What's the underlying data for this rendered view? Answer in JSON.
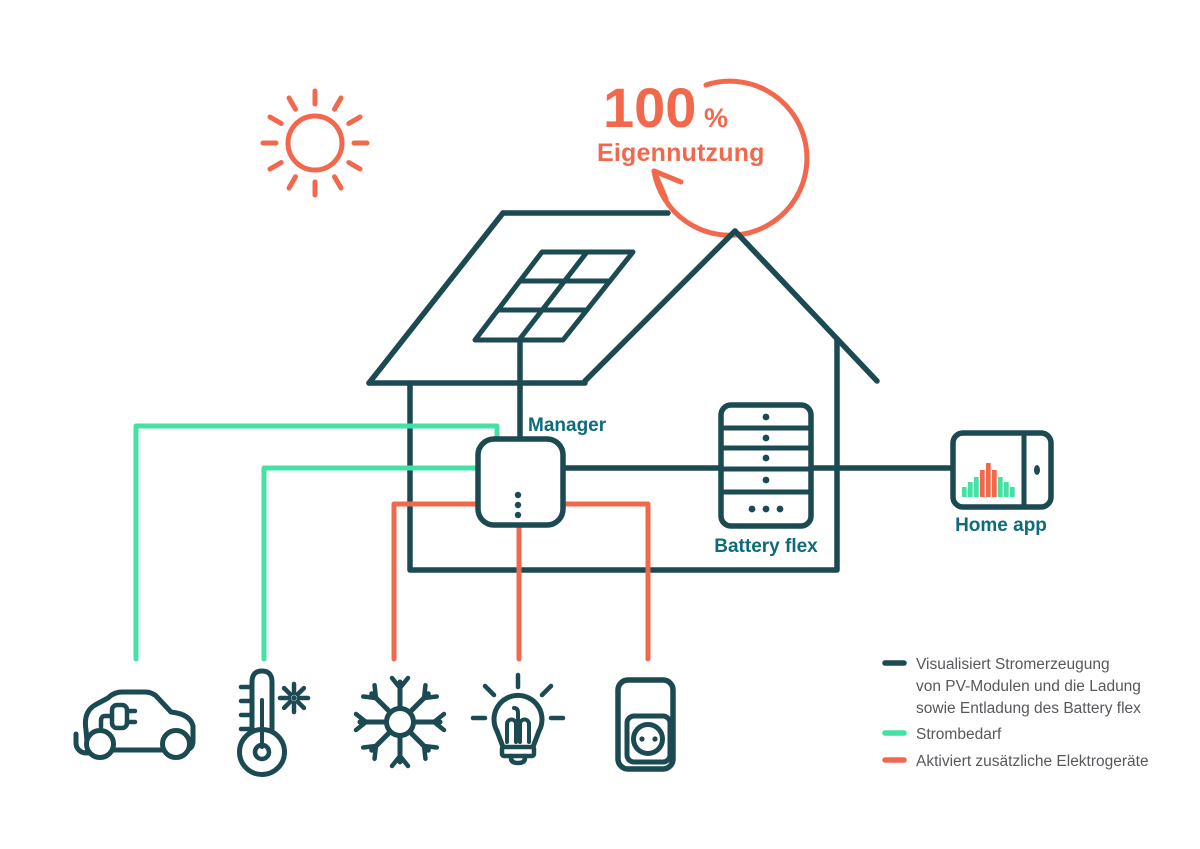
{
  "headline": {
    "value": "100",
    "percent": "%",
    "label": "Eigennutzung"
  },
  "labels": {
    "manager": "Manager",
    "battery": "Battery flex",
    "home_app": "Home app"
  },
  "legend": [
    {
      "color": "#1b4a52",
      "lines": [
        "Visualisiert Stromerzeugung",
        "von PV-Modulen und die Ladung",
        "sowie Entladung des Battery flex"
      ]
    },
    {
      "color": "#44e1a5",
      "lines": [
        "Strombedarf"
      ]
    },
    {
      "color": "#f2684c",
      "lines": [
        "Aktiviert zusätzliche Elektrogeräte"
      ]
    }
  ],
  "colors": {
    "dark": "#1b4a52",
    "teal_label": "#0d6b7a",
    "mint": "#44e1a5",
    "orange": "#f2684c",
    "legend_text": "#57585c",
    "background": "#ffffff"
  },
  "icons": {
    "sun": "sun-icon",
    "house": "house-with-solar-roof",
    "car": "electric-car-icon",
    "heating": "thermometer-with-frost-icon",
    "cooling": "snowflake-icon",
    "light": "lightbulb-icon",
    "outlet": "power-outlet-icon",
    "phone": "smartphone-icon",
    "arrow": "circular-arrow-icon"
  },
  "home_app": {
    "chart_type": "bar",
    "chart_bars": [
      {
        "height": 10,
        "color": "mint"
      },
      {
        "height": 15,
        "color": "mint"
      },
      {
        "height": 20,
        "color": "mint"
      },
      {
        "height": 27,
        "color": "orange"
      },
      {
        "height": 34,
        "color": "orange"
      },
      {
        "height": 27,
        "color": "orange"
      },
      {
        "height": 20,
        "color": "mint"
      },
      {
        "height": 15,
        "color": "mint"
      },
      {
        "height": 10,
        "color": "mint"
      }
    ]
  }
}
